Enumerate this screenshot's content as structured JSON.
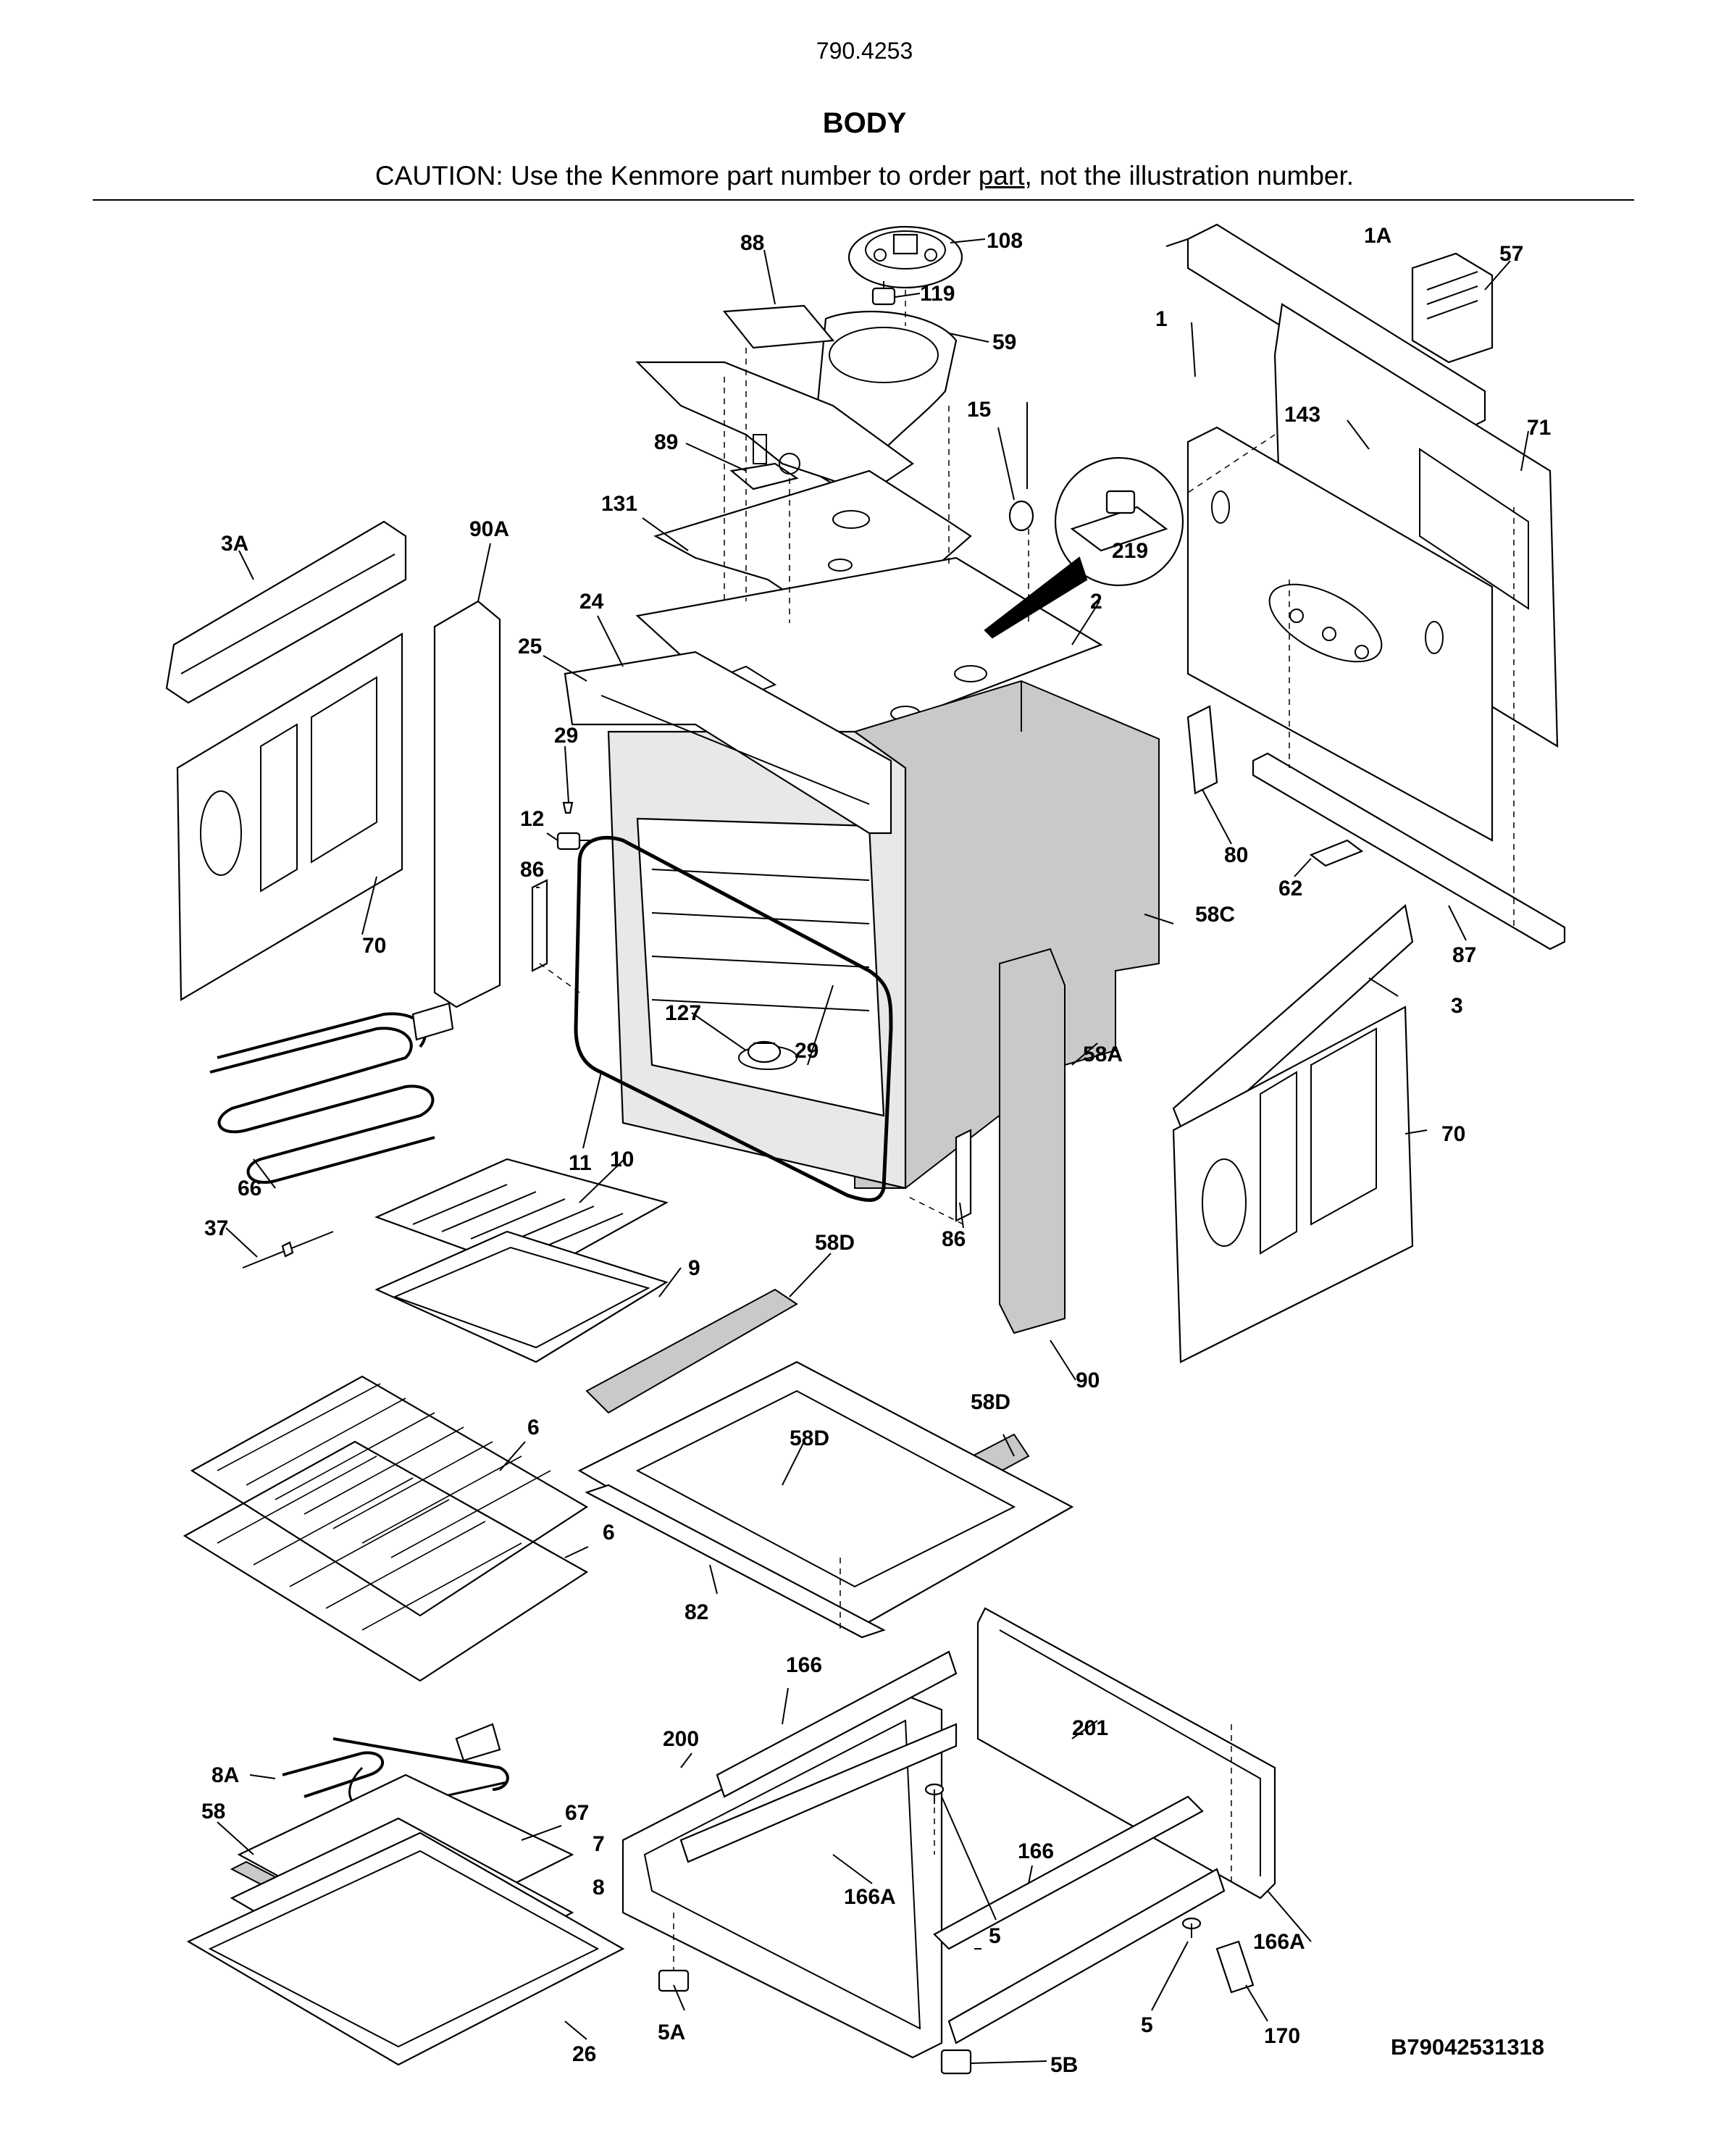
{
  "header": {
    "model_number": "790.4253",
    "section_title": "BODY",
    "caution_prefix": "CAUTION: Use the Kenmore part number to order ",
    "caution_link": "part",
    "caution_suffix": ", not the illustration number."
  },
  "figure_id": "B79042531318",
  "callouts": [
    "88",
    "108",
    "119",
    "59",
    "1A",
    "57",
    "1",
    "143",
    "71",
    "15",
    "89",
    "131",
    "219",
    "2",
    "3A",
    "90A",
    "24",
    "25",
    "29",
    "12",
    "86",
    "70",
    "80",
    "62",
    "58C",
    "87",
    "3",
    "127",
    "29",
    "11",
    "58A",
    "70",
    "66",
    "10",
    "37",
    "9",
    "86",
    "58D",
    "90",
    "58D",
    "58D",
    "6",
    "6",
    "82",
    "166",
    "200",
    "201",
    "8A",
    "58",
    "67",
    "166",
    "166A",
    "5",
    "7",
    "8",
    "166A",
    "5",
    "170",
    "5A",
    "26",
    "5B"
  ]
}
